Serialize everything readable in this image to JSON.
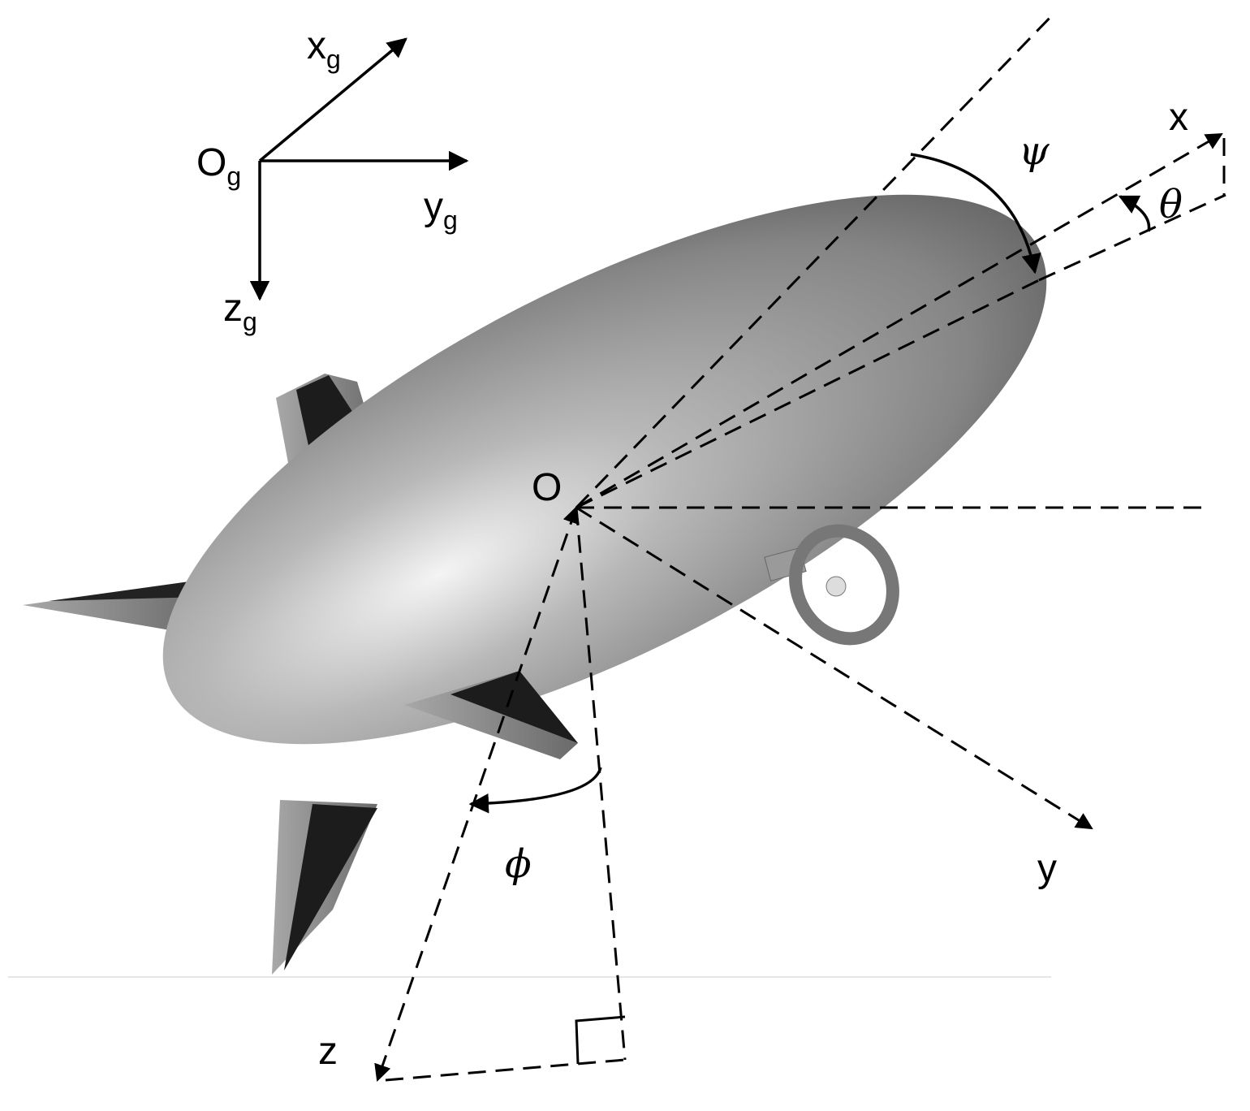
{
  "ground_frame": {
    "origin": {
      "main": "O",
      "sub": "g"
    },
    "x_axis": {
      "main": "x",
      "sub": "g"
    },
    "y_axis": {
      "main": "y",
      "sub": "g"
    },
    "z_axis": {
      "main": "z",
      "sub": "g"
    }
  },
  "body_frame": {
    "origin": "O",
    "x_axis": "x",
    "y_axis": "y",
    "z_axis": "z"
  },
  "angles": {
    "yaw": "ψ",
    "pitch": "θ",
    "roll": "ϕ"
  },
  "colors": {
    "hull": "#8a8a8a",
    "fin": "#1c1c1c",
    "line": "#000000"
  }
}
